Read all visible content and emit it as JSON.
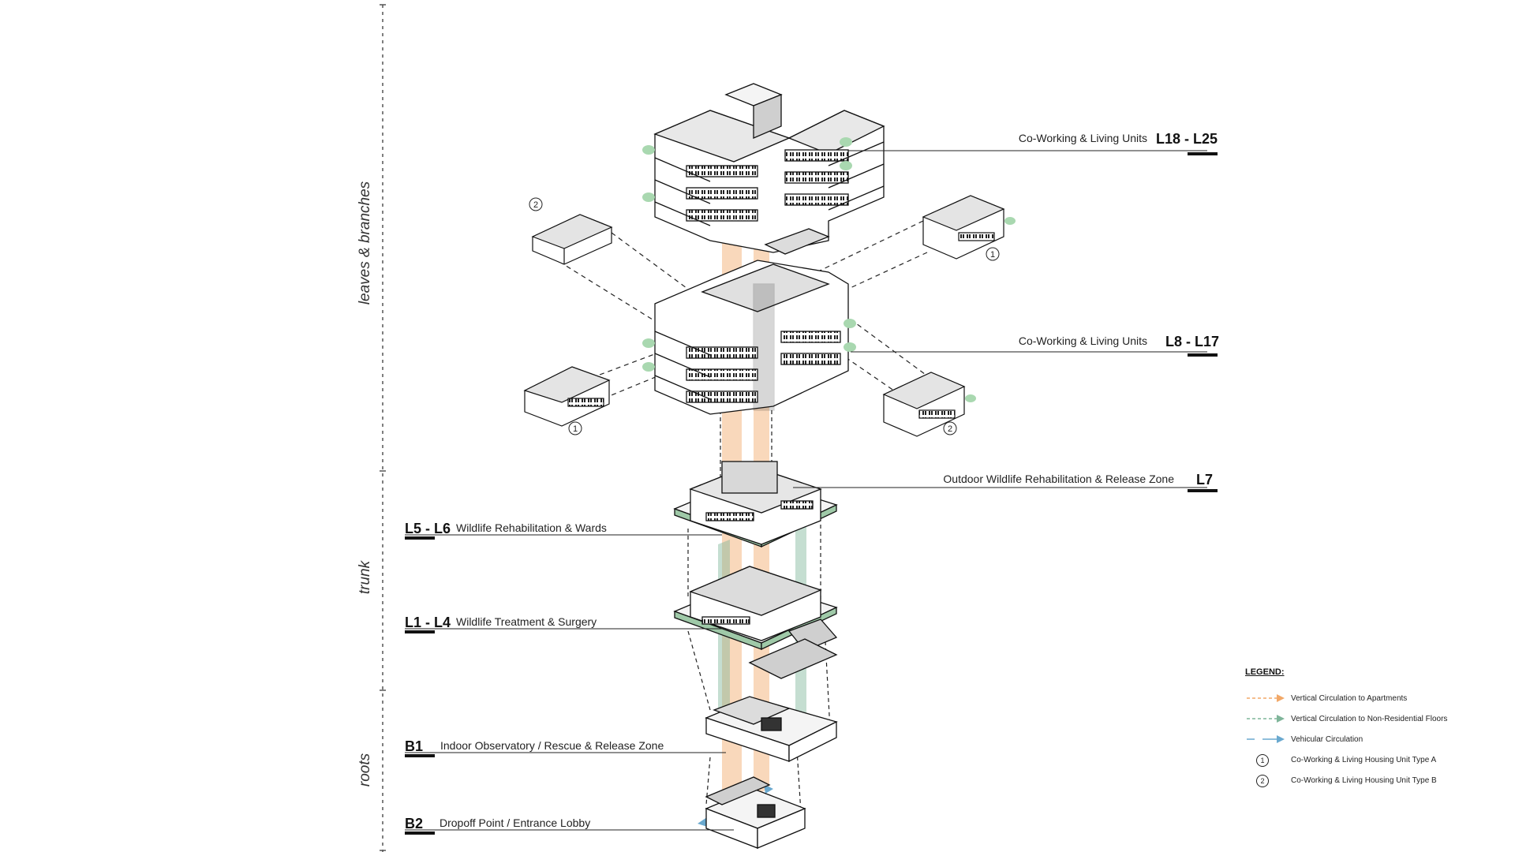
{
  "zones": [
    {
      "label": "leaves & branches"
    },
    {
      "label": "trunk"
    },
    {
      "label": "roots"
    }
  ],
  "levels": [
    {
      "code": "L18 - L25",
      "description": "Co-Working & Living Units"
    },
    {
      "code": "L8 - L17",
      "description": "Co-Working & Living Units"
    },
    {
      "code": "L7",
      "description": "Outdoor Wildlife Rehabilitation & Release Zone"
    },
    {
      "code": "L5 - L6",
      "description": "Wildlife Rehabilitation & Wards"
    },
    {
      "code": "L1 - L4",
      "description": "Wildlife Treatment & Surgery"
    },
    {
      "code": "B1",
      "description": "Indoor Observatory / Rescue & Release Zone"
    },
    {
      "code": "B2",
      "description": "Dropoff Point / Entrance Lobby"
    }
  ],
  "unit_markers": [
    "2",
    "1",
    "1",
    "2"
  ],
  "legend": {
    "title": "LEGEND:",
    "items": [
      {
        "text": "Vertical Circulation to Apartments",
        "color": "#f2a868",
        "key": "dash-orange"
      },
      {
        "text": "Vertical Circulation to Non-Residential Floors",
        "color": "#7fb59a",
        "key": "dash-green"
      },
      {
        "text": "Vehicular Circulation",
        "color": "#6aa9cf",
        "key": "dash-blue"
      },
      {
        "text": "Co-Working & Living Housing Unit Type A",
        "marker": "1"
      },
      {
        "text": "Co-Working & Living Housing Unit Type B",
        "marker": "2"
      }
    ]
  },
  "colors": {
    "apartments": "#f2a868",
    "non_residential": "#7fb59a",
    "vehicular": "#6aa9cf",
    "greenery": "#a9d8b0",
    "line": "#111111",
    "shade": "#cfcfcf"
  }
}
